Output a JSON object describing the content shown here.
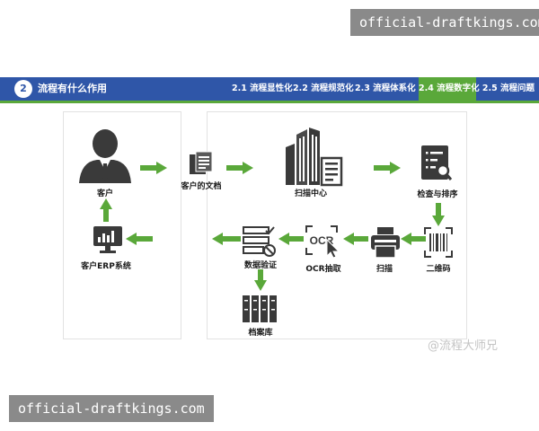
{
  "watermark": {
    "text": "official-draftkings.com"
  },
  "header": {
    "section_number": "2",
    "title": "流程有什么作用",
    "tabs": [
      {
        "label": "2.1 流程显性化",
        "active": false
      },
      {
        "label": "2.2 流程规范化",
        "active": false
      },
      {
        "label": "2.3 流程体系化",
        "active": false
      },
      {
        "label": "2.4 流程数字化",
        "active": true
      },
      {
        "label": "2.5 流程问题",
        "active": false
      }
    ]
  },
  "nodes": {
    "customer": "客户",
    "customer_erp": "客户ERP系统",
    "customer_docs": "客户的文档",
    "scan_center": "扫描中心",
    "check_sort": "检查与排序",
    "qrcode": "二维码",
    "scan": "扫描",
    "ocr": "OCR抽取",
    "ocr_badge": "OCR",
    "data_verify": "数据验证",
    "archive": "档案库"
  },
  "corner_mark": "@流程大师兄",
  "colors": {
    "header": "#2f56a8",
    "accent": "#5aa83a",
    "icon": "#3a3a3a"
  }
}
